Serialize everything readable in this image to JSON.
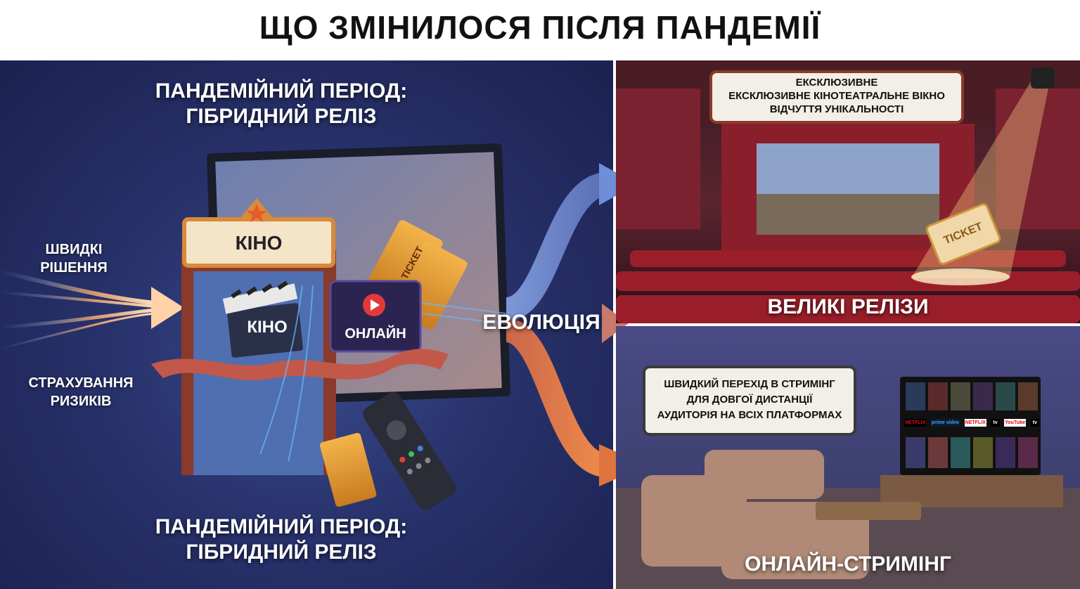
{
  "title": "ЩО ЗМІНИЛОСЯ ПІСЛЯ ПАНДЕМІЇ",
  "left": {
    "heading_top": [
      "ПАНДЕМІЙНИЙ ПЕРІОД:",
      "ГІБРИДНИЙ РЕЛІЗ"
    ],
    "heading_bottom": [
      "ПАНДЕМІЙНИЙ ПЕРІОД:",
      "ГІБРИДНИЙ РЕЛІЗ"
    ],
    "label_fast": [
      "ШВИДКІ",
      "РІШЕННЯ"
    ],
    "label_risk": [
      "СТРАХУВАННЯ",
      "РИЗИКІВ"
    ],
    "marquee": "КІНО",
    "clapper": "КІНО",
    "online": "ОНЛАЙН",
    "ticket": "TICKET"
  },
  "center": {
    "evolution": "ЕВОЛЮЦІЯ"
  },
  "theater": {
    "sign_lines": [
      "ЕКСКЛЮЗИВНЕ",
      "ЕКСКЛЮЗИВНЕ КІНОТЕАТРАЛЬНЕ ВІКНО",
      "ВІДЧУТТЯ УНІКАЛЬНОСТІ"
    ],
    "ticket": "TICKET",
    "caption": "ВЕЛИКІ РЕЛІЗИ"
  },
  "streaming": {
    "sign_lines": [
      "ШВИДКИЙ ПЕРЕХІД В СТРИМІНГ",
      "ДЛЯ ДОВГОЇ ДИСТАНЦІЇ",
      "АУДИТОРІЯ НА ВСІХ ПЛАТФОРМАХ"
    ],
    "tv_apps": [
      "NETFLIX",
      "prime video",
      "NETFLIX",
      "tv",
      "YouTube",
      "tv"
    ],
    "caption": "ОНЛАЙН-СТРИМІНГ"
  },
  "colors": {
    "arrow_blue": "#6f8ed8",
    "arrow_orange": "#e0743f",
    "left_bg": "#28326b",
    "theater_red": "#8a1f2c",
    "marquee_orange": "#d98a3a"
  }
}
